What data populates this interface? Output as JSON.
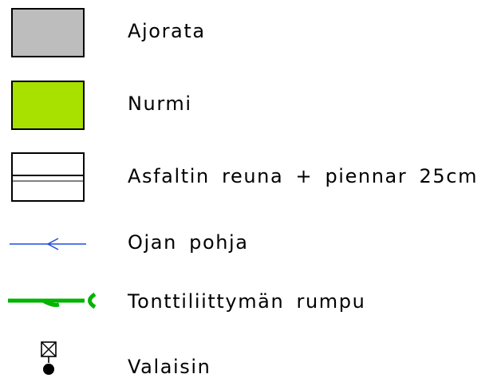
{
  "legend": {
    "items": [
      {
        "key": "ajorata",
        "label": "Ajorata",
        "symbol": "gray-filled-rectangle",
        "color": "#bdbdbd"
      },
      {
        "key": "nurmi",
        "label": "Nurmi",
        "symbol": "green-filled-rectangle",
        "color": "#a8e000"
      },
      {
        "key": "asfaltti",
        "label": "Asfaltin reuna + piennar 25cm",
        "symbol": "double-line-rectangle",
        "color": "#ffffff"
      },
      {
        "key": "oja",
        "label": "Ojan pohja",
        "symbol": "blue-arrow-line",
        "color": "#1f4fd8"
      },
      {
        "key": "rumpu",
        "label": "Tonttiliittymän rumpu",
        "symbol": "green-culvert-line",
        "color": "#00b400"
      },
      {
        "key": "valaisin",
        "label": "Valaisin",
        "symbol": "light-pole-icon",
        "color": "#000000"
      }
    ]
  }
}
